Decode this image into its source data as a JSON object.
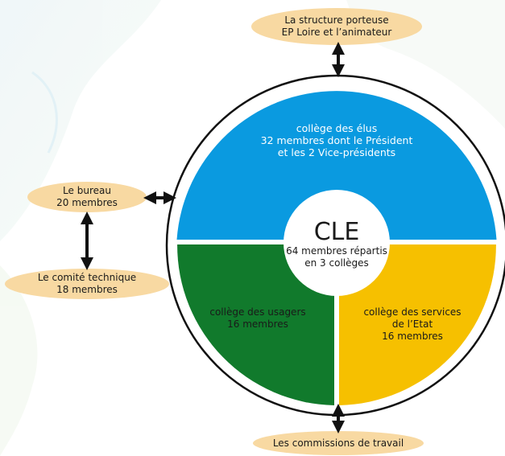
{
  "top_box": {
    "line1": "La structure porteuse",
    "line2": "EP Loire et l’animateur"
  },
  "bureau_box": {
    "line1": "Le bureau",
    "line2": "20 membres"
  },
  "comite_box": {
    "line1": "Le comité technique",
    "line2": "18 membres"
  },
  "bottom_box": {
    "line1": "Les commissions de travail"
  },
  "college_elus": {
    "line1": "collège des élus",
    "line2": "32 membres dont le Président",
    "line3": "et les 2 Vice-présidents",
    "color": "#0a9ae0"
  },
  "college_usagers": {
    "line1": "collège des usagers",
    "line2": "16 membres",
    "color": "#117a2c"
  },
  "college_etat": {
    "line1": "collège des services",
    "line2": "de l’Etat",
    "line3": "16 membres",
    "color": "#f6c000"
  },
  "cle": {
    "title": "CLE",
    "line1": "64 membres répartis",
    "line2": "en 3 collèges"
  },
  "colors": {
    "box_fill": "#f8d9a2",
    "arrow": "#111111",
    "ring": "#111111"
  }
}
